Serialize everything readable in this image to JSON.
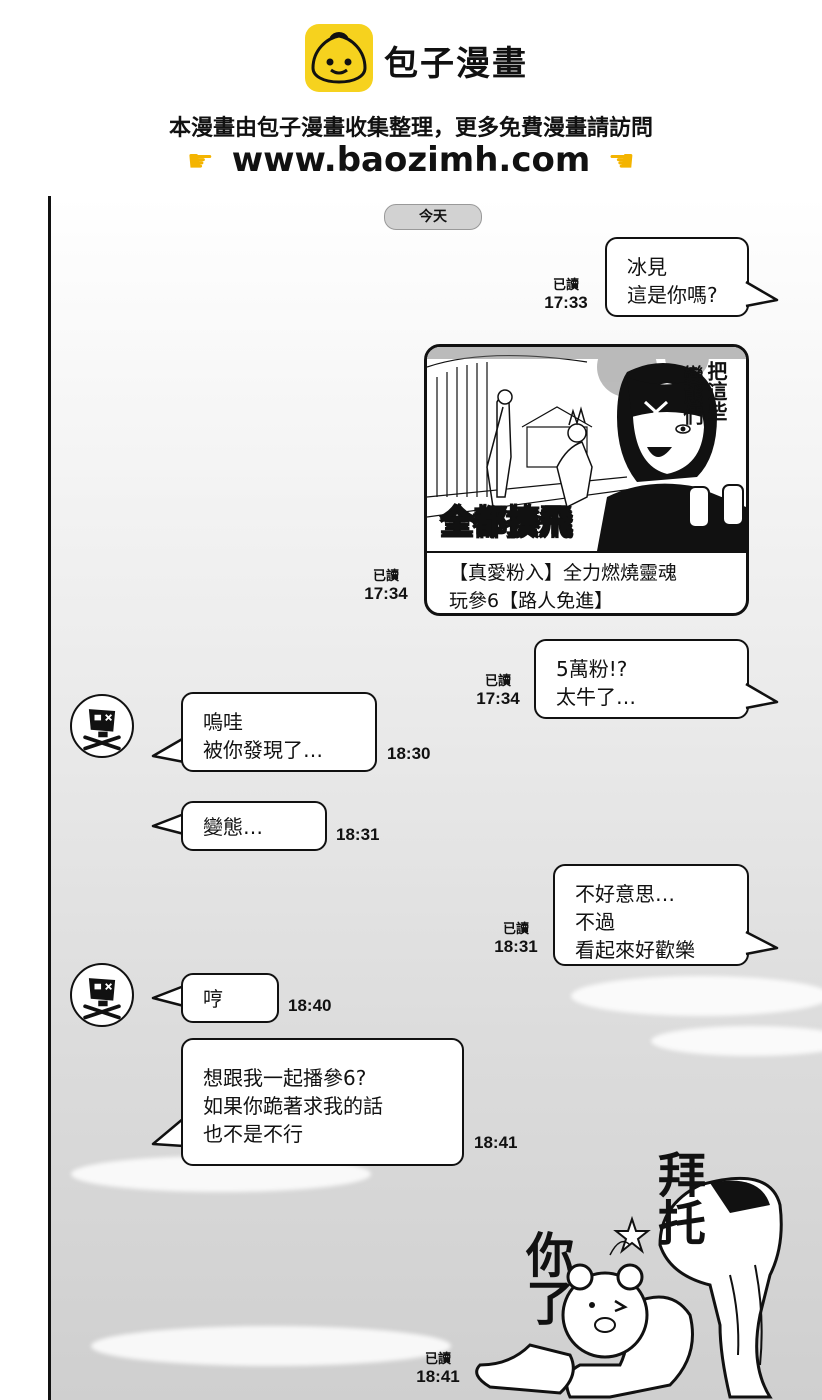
{
  "banner": {
    "brand": "包子漫畫",
    "notice": "本漫畫由包子漫畫收集整理，更多免費漫畫請訪問",
    "url": "www.baozimh.com",
    "icon": "bun-logo-icon",
    "accent": "#f6d21e"
  },
  "chat": {
    "date_label": "今天",
    "read_label": "已讀",
    "messages": [
      {
        "side": "right",
        "lines": [
          "冰見",
          "這是你嗎?"
        ],
        "time": "17:33"
      },
      {
        "side": "right",
        "type": "video",
        "caption": "全都揍飛",
        "side_text": [
          "把這些",
          "變態們"
        ],
        "lines": [
          "【真愛粉入】全力燃燒靈魂",
          "玩參6【路人免進】"
        ],
        "time": "17:34"
      },
      {
        "side": "right",
        "lines": [
          "5萬粉!?",
          "太牛了…"
        ],
        "time": "17:34"
      },
      {
        "side": "left",
        "lines": [
          "嗚哇",
          "被你發現了…"
        ],
        "time": "18:30"
      },
      {
        "side": "left",
        "lines": [
          "變態…"
        ],
        "time": "18:31"
      },
      {
        "side": "right",
        "lines": [
          "不好意思…",
          "不過",
          "看起來好歡樂"
        ],
        "time": "18:31"
      },
      {
        "side": "left",
        "lines": [
          "哼"
        ],
        "time": "18:40"
      },
      {
        "side": "left",
        "lines": [
          "想跟我一起播參6?",
          "如果你跪著求我的話",
          "也不是不行"
        ],
        "time": "18:41"
      },
      {
        "side": "right",
        "type": "sticker",
        "time": "18:41"
      }
    ]
  },
  "sticker": {
    "text_right": "拜托",
    "text_left": "你了"
  }
}
